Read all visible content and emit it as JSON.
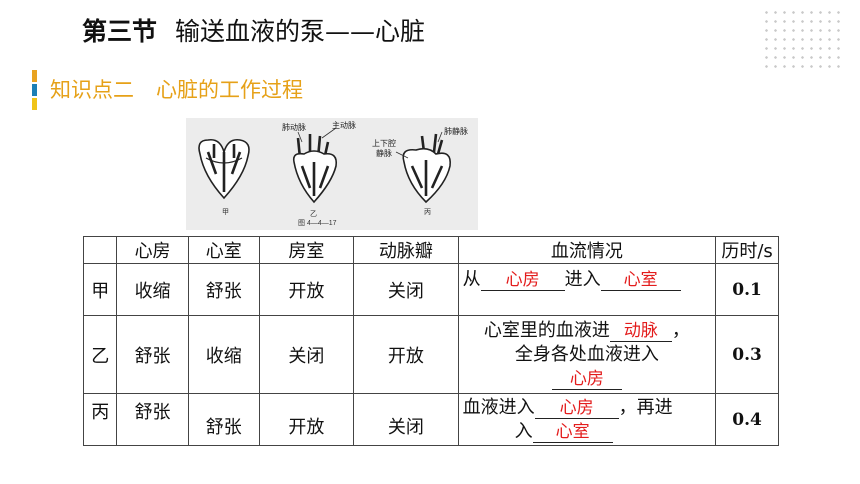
{
  "header": {
    "section": "第三节",
    "title": "输送血液的泵——心脏"
  },
  "subheader": {
    "point": "知识点二",
    "title": "心脏的工作过程"
  },
  "figure": {
    "labels": {
      "pulmonary_artery": "肺动脉",
      "aorta": "主动脉",
      "vena_cava_1": "上下腔",
      "vena_cava_2": "静脉",
      "pulmonary_vein": "肺静脉",
      "jia": "甲",
      "yi": "乙",
      "bing": "丙",
      "caption": "图 4—4—17"
    }
  },
  "table": {
    "headers": [
      "",
      "心房",
      "心室",
      "房室",
      "动脉瓣",
      "血流情况",
      "历时/s"
    ],
    "rows": [
      {
        "stage": "甲",
        "atrium": "收缩",
        "ventricle": "舒张",
        "av_valve": "开放",
        "arterial_valve": "关闭",
        "flow": {
          "p1": "从",
          "a1": "心房",
          "p2": "进入",
          "a2": "心室"
        },
        "time": "0.1"
      },
      {
        "stage": "乙",
        "atrium": "舒张",
        "ventricle": "收缩",
        "av_valve": "关闭",
        "arterial_valve": "开放",
        "flow": {
          "p1": "心室里的血液进",
          "a1": "动脉",
          "p2": "，",
          "p3": "全身各处血液进入",
          "a2": "心房"
        },
        "time": "0.3"
      },
      {
        "stage": "丙",
        "atrium": "舒张",
        "ventricle": "舒张",
        "av_valve": "开放",
        "arterial_valve": "关闭",
        "flow": {
          "p1": "血液进入",
          "a1": "心房",
          "p2": "，再进",
          "p3": "入",
          "a2": "心室"
        },
        "time": "0.4"
      }
    ]
  }
}
